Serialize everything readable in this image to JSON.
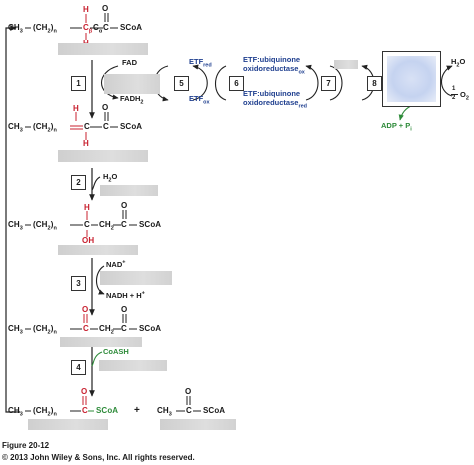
{
  "molecules": {
    "acyl_coa_top": {
      "ch3": "CH",
      "three": "3",
      "chain": "(CH",
      "two": "2",
      "paren": ")",
      "n": "n",
      "c": "C",
      "beta": "β",
      "alpha": "α",
      "scoa": "SCoA",
      "o": "O",
      "h": "H"
    },
    "enoyl_coa": {
      "ch3": "CH",
      "three": "3",
      "chain": "(CH",
      "two": "2",
      "paren": ")",
      "n": "n",
      "c": "C",
      "scoa": "SCoA",
      "o": "O",
      "h": "H"
    },
    "hydroxyacyl_coa": {
      "ch3": "CH",
      "three": "3",
      "chain": "(CH",
      "two": "2",
      "paren": ")",
      "n": "n",
      "c": "C",
      "ch2": "CH",
      "scoa": "SCoA",
      "o": "O",
      "h": "H",
      "oh": "OH"
    },
    "ketoacyl_coa": {
      "ch3": "CH",
      "three": "3",
      "chain": "(CH",
      "two": "2",
      "paren": ")",
      "n": "n",
      "c": "C",
      "ch2": "CH",
      "scoa": "SCoA",
      "o": "O"
    },
    "products": {
      "ch3": "CH",
      "three": "3",
      "chain": "(CH",
      "two": "2",
      "paren": ")",
      "n": "n",
      "c": "C",
      "scoa": "SCoA",
      "o": "O",
      "plus": "+"
    }
  },
  "steps": [
    "1",
    "2",
    "3",
    "4",
    "5",
    "6",
    "7",
    "8"
  ],
  "reagents": {
    "fad": "FAD",
    "fadh": "FADH",
    "fadh_sub": "2",
    "h2o": "H",
    "h2o_sub": "2",
    "h2o_o": "O",
    "nad": "NAD",
    "nad_sup": "+",
    "nadh": "NADH  +  H",
    "nadh_sup": "+",
    "coash": "CoASH"
  },
  "electron_transfer": {
    "etf_red": "ETF",
    "etf_red_sub": "red",
    "etf_ox": "ETF",
    "etf_ox_sub": "ox",
    "ubq_line1": "ETF:ubiquinone",
    "ubq_ox_line2": "oxidoreductase",
    "ubq_ox_sub": "ox",
    "ubq_red_line2": "oxidoreductase",
    "ubq_red_sub": "red",
    "h2o_right": "H",
    "h2o_right_sub": "2",
    "h2o_right_o": "O",
    "half_o2_num": "1",
    "half_o2_den": "2",
    "half_o2_o": "O",
    "half_o2_sub": "2",
    "adp": "ADP + P",
    "adp_sub": "i"
  },
  "caption": {
    "figure": "Figure 20-12",
    "copyright": "© 2013 John Wiley & Sons, Inc. All rights reserved."
  },
  "colors": {
    "red": "#c8202f",
    "green": "#2e8b3a",
    "blue": "#1f3f8f",
    "blank_gray": "#d6d6d6",
    "complex_fill": "#c5d3f0"
  }
}
